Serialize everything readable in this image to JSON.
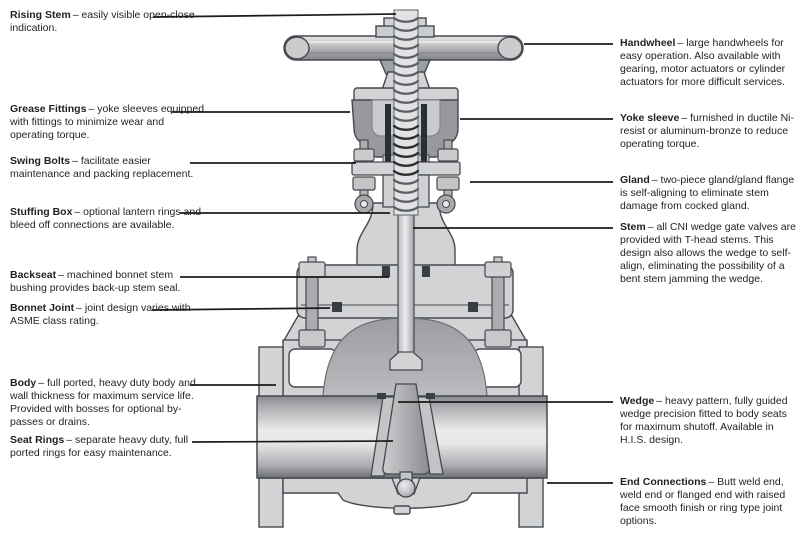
{
  "diagram": {
    "name": "Gate valve cutaway with part callouts",
    "labels_left": [
      {
        "id": "rising-stem",
        "term": "Rising Stem",
        "desc": "– easily visible open-close indication."
      },
      {
        "id": "grease-fittings",
        "term": "Grease Fittings",
        "desc": "– yoke sleeves equipped with fittings to minimize wear and operating torque."
      },
      {
        "id": "swing-bolts",
        "term": "Swing Bolts",
        "desc": "– facilitate easier maintenance and packing replacement."
      },
      {
        "id": "stuffing-box",
        "term": "Stuffing Box",
        "desc": "– optional lantern rings and bleed off connections are available."
      },
      {
        "id": "backseat",
        "term": "Backseat",
        "desc": "– machined bonnet stem bushing provides back-up stem seal."
      },
      {
        "id": "bonnet-joint",
        "term": "Bonnet Joint",
        "desc": "– joint design varies with ASME class rating."
      },
      {
        "id": "body",
        "term": "Body",
        "desc": "– full ported, heavy duty body and wall thickness for maximum service life. Provided with bosses for optional by-passes or drains."
      },
      {
        "id": "seat-rings",
        "term": "Seat Rings",
        "desc": "– separate heavy duty, full ported rings for easy maintenance."
      }
    ],
    "labels_right": [
      {
        "id": "handwheel",
        "term": "Handwheel",
        "desc": "– large handwheels for easy operation. Also available with gearing, motor actuators or cylinder actuators for more difficult services."
      },
      {
        "id": "yoke-sleeve",
        "term": "Yoke sleeve",
        "desc": "– furnished in ductile Ni-resist or aluminum-bronze to reduce operating torque."
      },
      {
        "id": "gland",
        "term": "Gland",
        "desc": "– two-piece gland/gland flange is self-aligning to eliminate stem damage from cocked gland."
      },
      {
        "id": "stem",
        "term": "Stem",
        "desc": "– all CNI wedge gate valves are provided with T-head stems. This design also allows the wedge to self-align, eliminating the possibility of a bent stem jamming the wedge."
      },
      {
        "id": "wedge",
        "term": "Wedge",
        "desc": "– heavy pattern, fully guided wedge precision fitted to body seats for maximum shutoff. Available in H.I.S. design."
      },
      {
        "id": "end-connections",
        "term": "End Connections",
        "desc": "– Butt weld end, weld end or flanged end with raised face smooth finish or ring type joint options."
      }
    ],
    "colors": {
      "text": "#231f20",
      "leader_line": "#1b1b1b",
      "metal_light": "#d2d3d5",
      "metal_mid": "#a7a9ac",
      "metal_dark": "#97999c",
      "outline": "#45494e",
      "background": "#ffffff"
    }
  }
}
